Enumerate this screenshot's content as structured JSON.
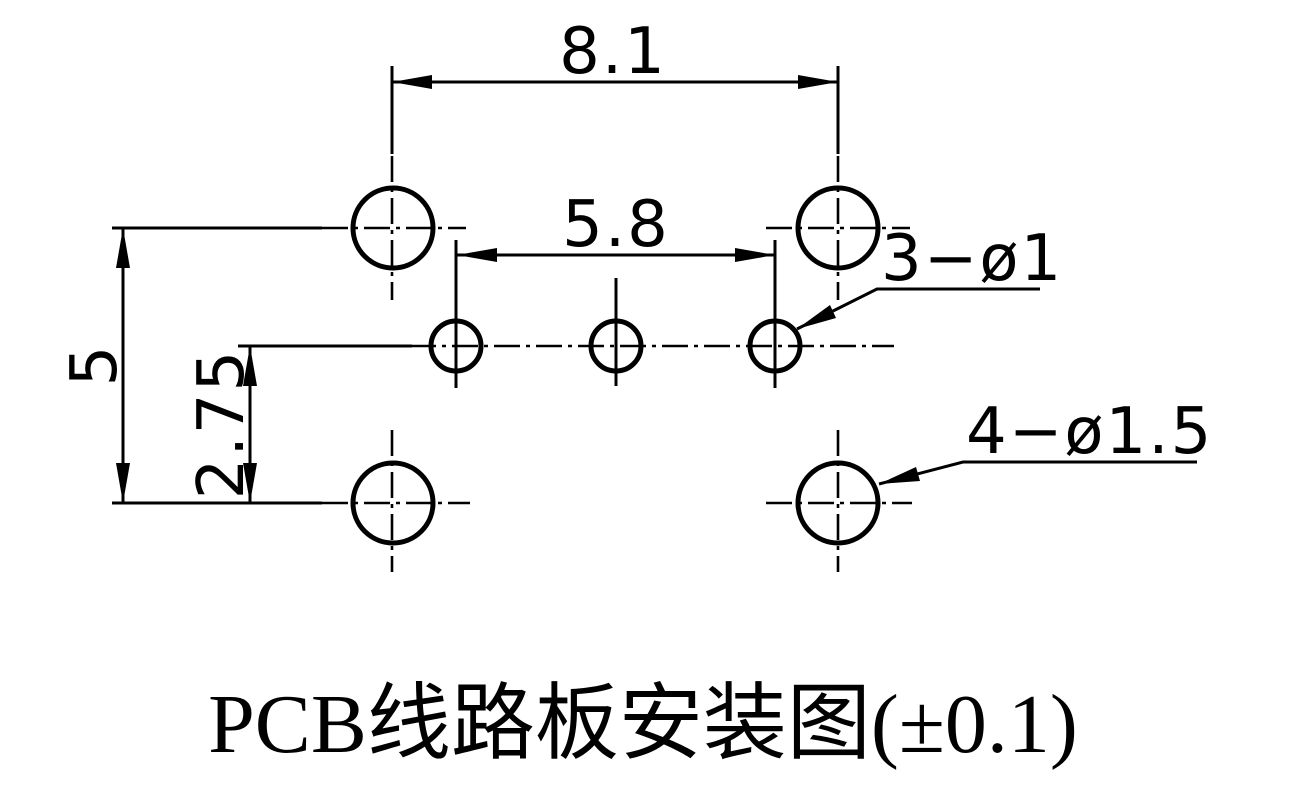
{
  "title": "PCB线路板安装图(±0.1)",
  "drawing": {
    "kind": "pcb-mounting-hole-layout",
    "dimensions": {
      "outer_hole_spacing_h": "8.1",
      "inner_hole_spacing_h": "5.8",
      "outer_hole_spacing_v": "5",
      "inner_row_offset_v": "2.75"
    },
    "hole_labels": {
      "small_holes": "3−ø1",
      "large_holes": "4−ø1.5"
    },
    "holes": {
      "small": {
        "count": 3,
        "diameter": "1"
      },
      "large": {
        "count": 4,
        "diameter": "1.5"
      }
    },
    "tolerance": "±0.1"
  },
  "colors": {
    "line": "#000000",
    "background": "#ffffff"
  }
}
